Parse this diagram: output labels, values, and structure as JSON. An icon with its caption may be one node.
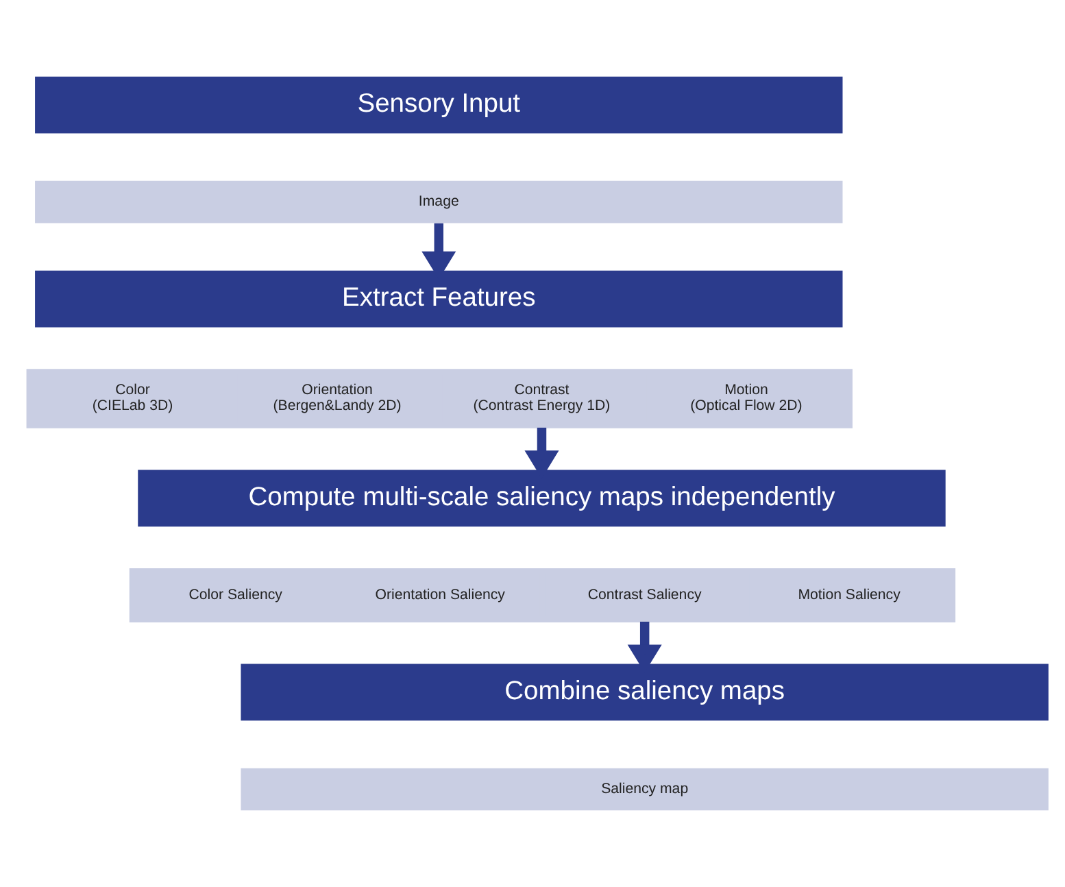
{
  "diagram": {
    "nodes": [
      {
        "text": [
          "Sensory Input"
        ]
      },
      {
        "text": [
          "Image"
        ]
      },
      {
        "text": [
          "Extract Features"
        ]
      },
      {
        "text": [],
        "shape": "bar"
      },
      {
        "text": [
          "Color",
          "(CIELab 3D)"
        ],
        "in": 3
      },
      {
        "text": [
          "Orientation",
          "(Bergen&Landy 2D)"
        ],
        "in": 3
      },
      {
        "text": [
          "Contrast",
          "(Contrast Energy 1D)"
        ],
        "in": 3
      },
      {
        "text": [
          "Motion",
          "(Optical Flow 2D)"
        ],
        "in": 3
      },
      {
        "text": [
          "Compute multi-scale saliency maps independently"
        ]
      },
      {
        "text": [],
        "shape": "bar"
      },
      {
        "text": [
          "Color Saliency"
        ],
        "in": 9
      },
      {
        "text": [
          "Orientation Saliency"
        ],
        "in": 9
      },
      {
        "text": [
          "Contrast Saliency"
        ],
        "in": 9
      },
      {
        "text": [
          "Motion Saliency"
        ],
        "in": 9
      },
      {
        "text": [
          "Combine saliency maps"
        ]
      },
      {
        "text": [
          "Saliency map"
        ]
      }
    ],
    "edges": [
      {
        "from": 1,
        "to": 2,
        "arrow": "to"
      },
      {
        "from": 3,
        "to": 8,
        "arrow": "to"
      },
      {
        "from": 9,
        "to": 14,
        "arrow": "to"
      }
    ]
  }
}
